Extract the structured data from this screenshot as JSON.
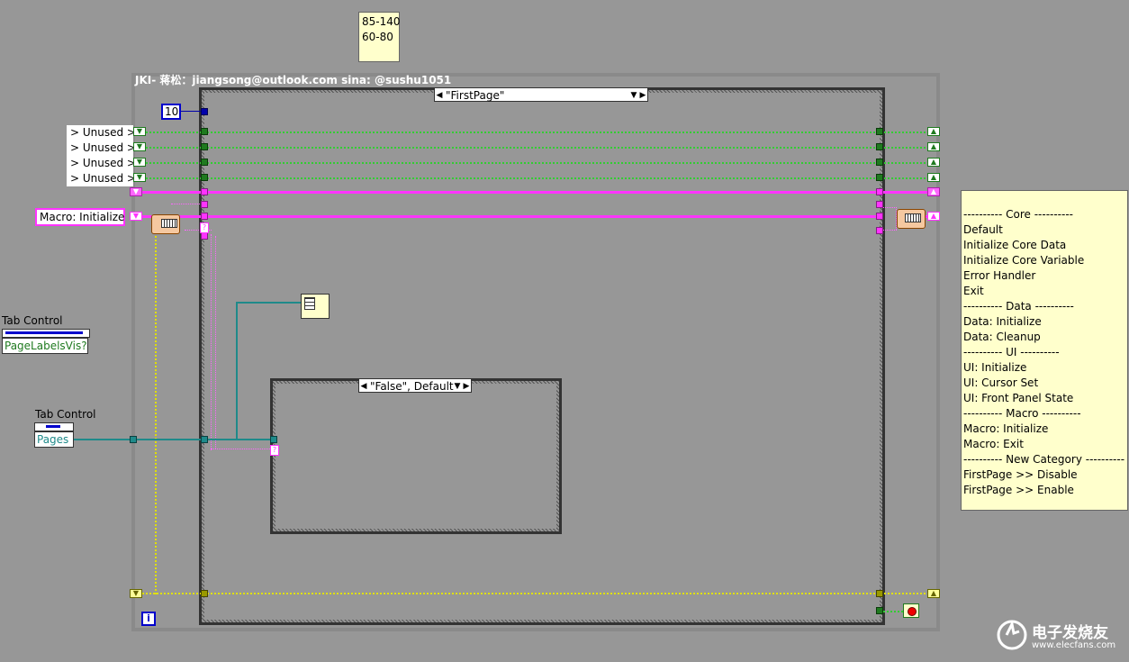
{
  "note_top": {
    "line1": "85-140",
    "line2": "60-80"
  },
  "loop": {
    "title": "JKI- 蒋松：jiangsong@outlook.com  sina: @sushu1051"
  },
  "outer_case": {
    "selector": "\"FirstPage\""
  },
  "inner_case": {
    "selector": "\"False\", Default"
  },
  "constant_10": "10",
  "unused_labels": [
    "> Unused >",
    "> Unused >",
    "> Unused >",
    "> Unused >"
  ],
  "macro_init": "Macro: Initialize",
  "tab_control_1": {
    "caption": "Tab Control",
    "property": "PageLabelsVis?"
  },
  "tab_control_2": {
    "caption": "Tab Control",
    "property": "Pages"
  },
  "loop_info_icon": "i",
  "state_list": {
    "items": [
      "---------- Core ----------",
      "Default",
      "Initialize Core Data",
      "Initialize Core Variable",
      "Error Handler",
      "Exit",
      "---------- Data ----------",
      "Data: Initialize",
      "Data: Cleanup",
      "---------- UI ----------",
      "UI: Initialize",
      "UI: Cursor Set",
      "UI: Front Panel State",
      "---------- Macro ----------",
      "Macro: Initialize",
      "Macro: Exit",
      "---------- New Category ----------",
      "FirstPage >> Disable",
      "FirstPage >> Enable"
    ]
  },
  "watermark": {
    "title": "电子发烧友",
    "url": "www.elecfans.com"
  },
  "colors": {
    "background": "#979797",
    "green_wire": "#33cc33",
    "pink_wire": "#ff33ff",
    "yellow_wire": "#e0e000",
    "teal_wire": "#1f8a8a"
  }
}
